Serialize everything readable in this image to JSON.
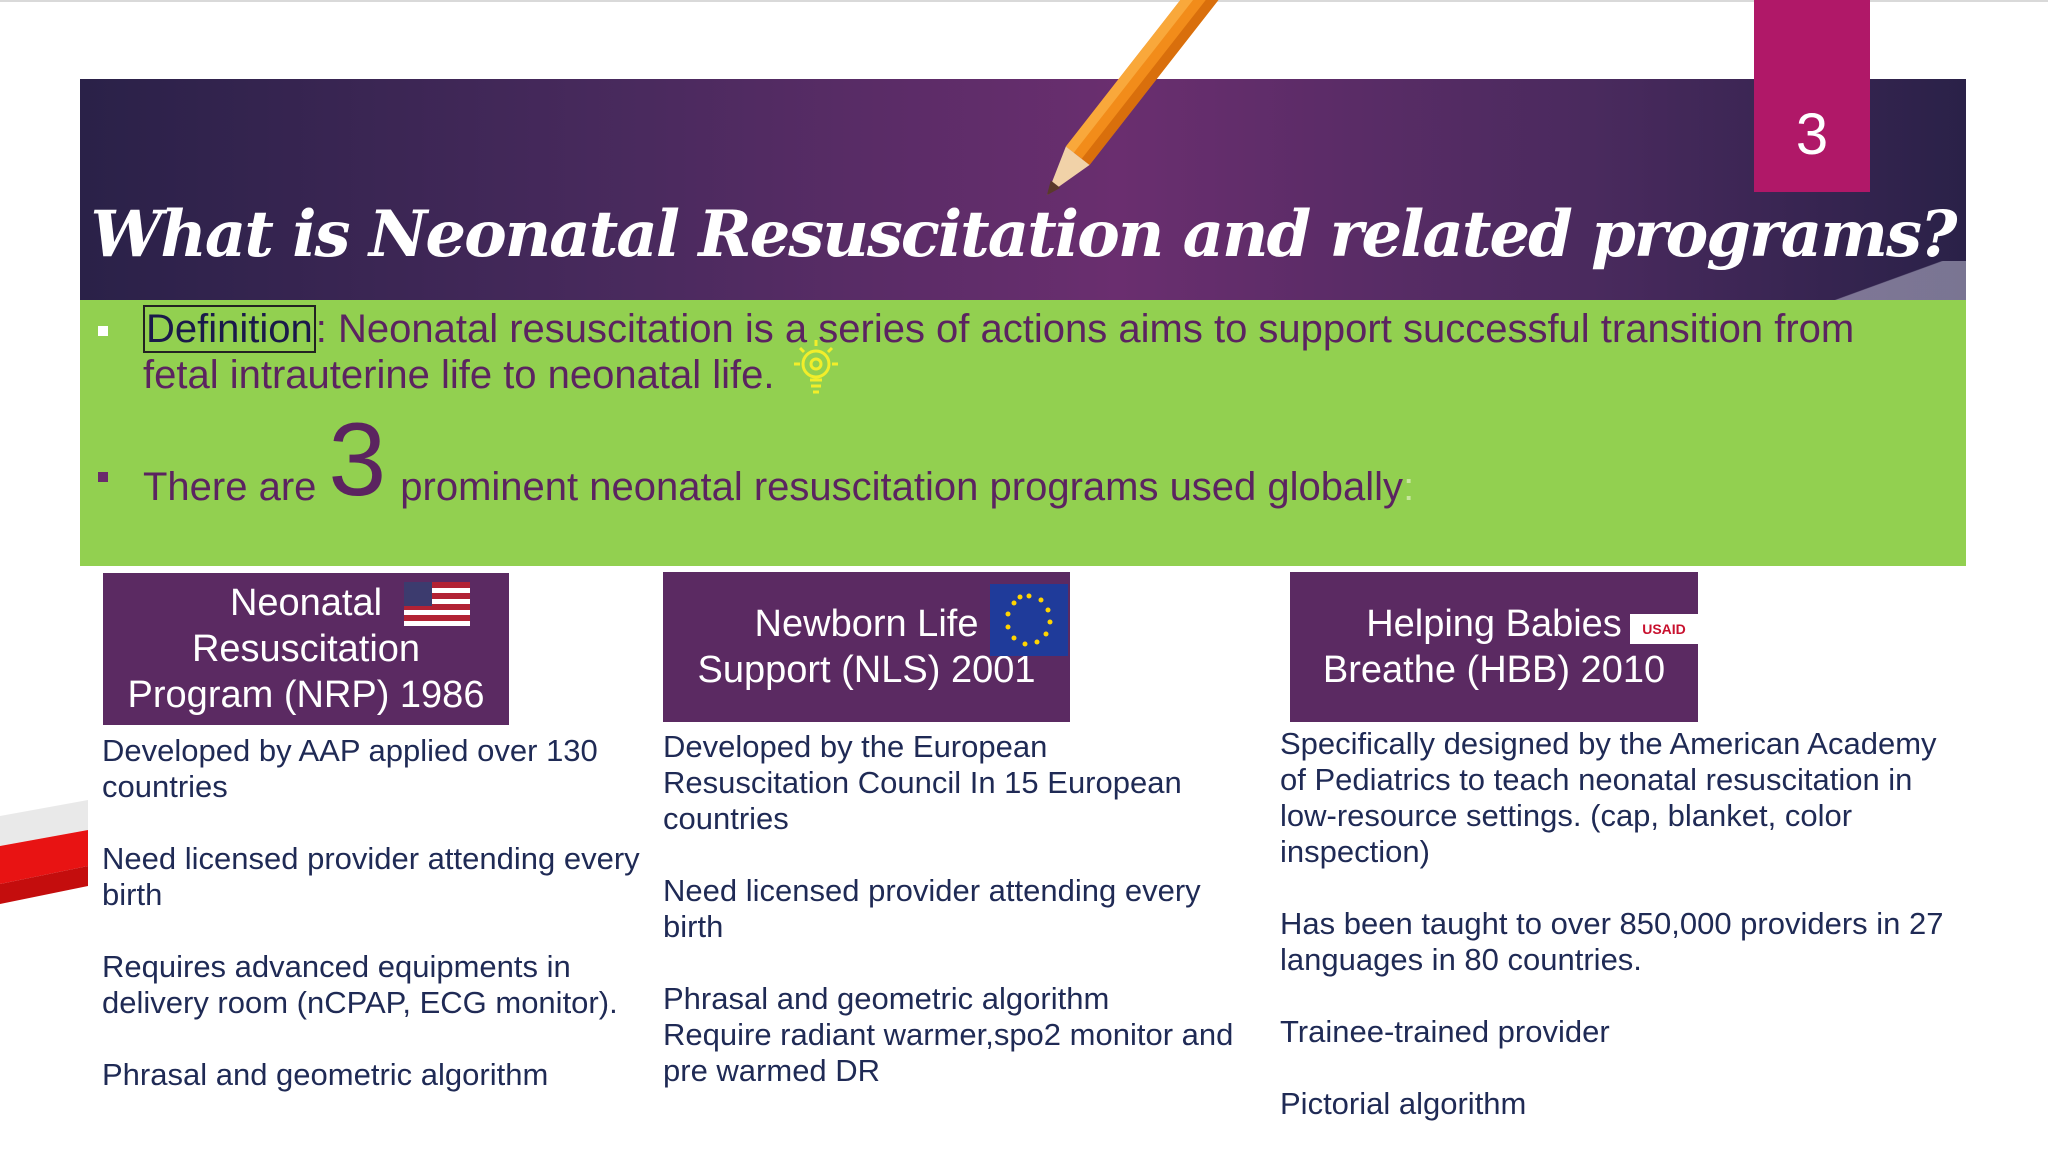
{
  "slide": {
    "title": "What is Neonatal Resuscitation and related programs?",
    "page_number": "3"
  },
  "definition": {
    "label": "Definition",
    "text": ": Neonatal resuscitation is a series of actions aims to support successful transition from fetal intrauterine life to neonatal life."
  },
  "prominent": {
    "before": "There are",
    "number": "3",
    "after": "prominent neonatal resuscitation programs used globally",
    "colon": ":"
  },
  "programs": [
    {
      "title": "Neonatal Resuscitation Program (NRP) 1986",
      "flag": "us-flag-icon",
      "points": [
        "Developed by AAP applied over 130 countries",
        "Need licensed provider attending every birth",
        "Requires advanced equipments in delivery room (nCPAP, ECG monitor).",
        "Phrasal  and geometric algorithm"
      ]
    },
    {
      "title": "Newborn Life Support (NLS) 2001",
      "flag": "eu-flag-icon",
      "points": [
        "Developed by the European Resuscitation Council In 15 European countries",
        "Need licensed provider attending every birth",
        "Phrasal  and geometric algorithm",
        "Require radiant warmer,spo2 monitor and pre warmed DR"
      ]
    },
    {
      "title": "Helping Babies Breathe (HBB) 2010",
      "flag": "usaid-logo",
      "flag_text": "USAID",
      "points": [
        "Specifically designed by the American Academy of Pediatrics to teach neonatal resuscitation in low-resource settings. (cap, blanket, color inspection)",
        "Has been taught to over 850,000 providers in 27 languages in 80 countries.",
        "Trainee-trained provider",
        "Pictorial algorithm"
      ]
    }
  ],
  "colors": {
    "header_purple": "#4a2a5e",
    "green_band": "#92d050",
    "box_purple": "#5b2a62",
    "page_tab": "#b01868"
  }
}
